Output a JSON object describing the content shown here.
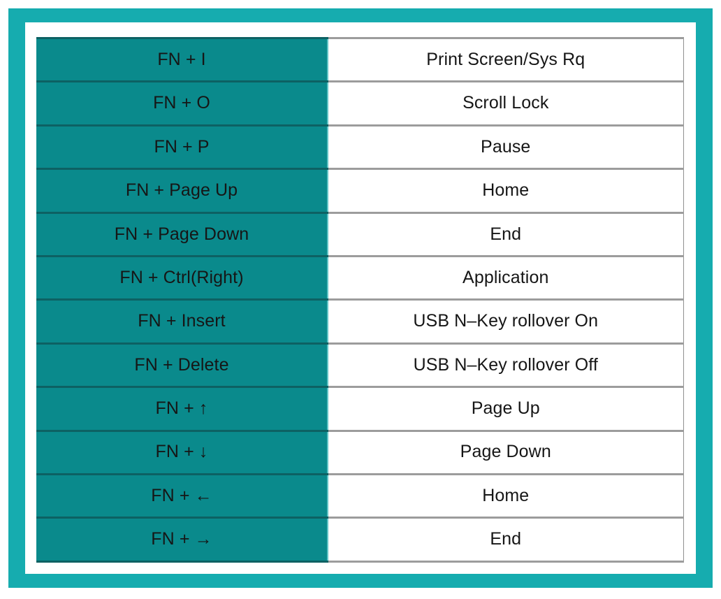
{
  "theme": {
    "frame_color": "#16acaf",
    "mat_color": "#ffffff",
    "combo_cell_color": "#0a8a8c",
    "action_cell_color": "#ffffff",
    "text_color": "#161616",
    "combo_divider_color": "#0d6163",
    "action_divider_color": "#9c9c9c"
  },
  "table": {
    "rows": [
      {
        "combo": "FN + I",
        "action": "Print Screen/Sys Rq"
      },
      {
        "combo": "FN + O",
        "action": "Scroll Lock"
      },
      {
        "combo": "FN + P",
        "action": "Pause"
      },
      {
        "combo": "FN + Page Up",
        "action": "Home"
      },
      {
        "combo": "FN + Page Down",
        "action": "End"
      },
      {
        "combo": "FN + Ctrl(Right)",
        "action": "Application"
      },
      {
        "combo": "FN + Insert",
        "action": "USB N–Key rollover On"
      },
      {
        "combo": "FN + Delete",
        "action": "USB N–Key rollover Off"
      },
      {
        "combo": "FN + ↑",
        "action": "Page Up"
      },
      {
        "combo": "FN + ↓",
        "action": "Page Down"
      },
      {
        "combo": "FN + ←",
        "action": "Home"
      },
      {
        "combo": "FN + →",
        "action": "End"
      }
    ]
  }
}
